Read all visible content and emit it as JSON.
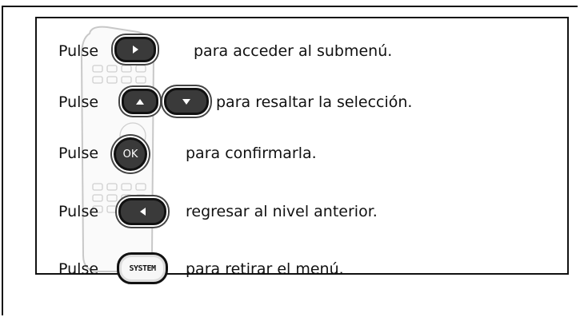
{
  "rows": [
    {
      "label": "Pulse",
      "text": "para acceder al submenú.",
      "button_icon": "arrow-right-icon"
    },
    {
      "label": "Pulse",
      "text": "para resaltar la selección.",
      "button_icon": "arrow-up-icon",
      "button_icon_2": "arrow-down-icon"
    },
    {
      "label": "Pulse",
      "text": "para confirmarla.",
      "button_caption": "OK"
    },
    {
      "label": "Pulse",
      "text": "regresar al nivel anterior.",
      "button_icon": "arrow-left-icon"
    },
    {
      "label": "Pulse",
      "text": "para retirar el menú.",
      "button_caption": "SYSTEM"
    }
  ],
  "colors": {
    "ink": "#111111",
    "button_dark": "#3a3a3a",
    "remote_outline": "#c8c8c8"
  }
}
